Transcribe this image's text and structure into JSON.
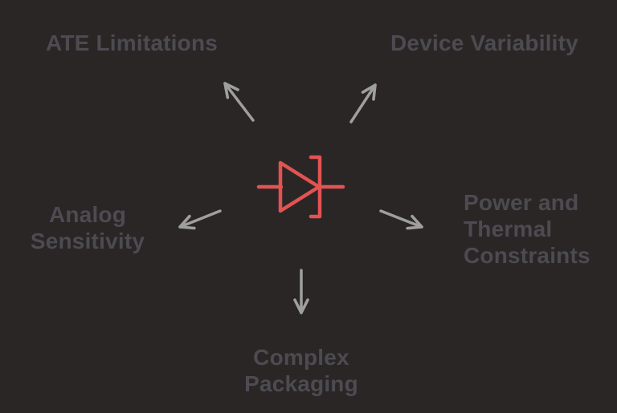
{
  "colors": {
    "background": "#2a2626",
    "label_text": "#4c4b51",
    "arrow": "#9f9f9f",
    "accent_red": "#e25352"
  },
  "diagram": {
    "center_icon": "diode-symbol",
    "nodes": [
      {
        "id": "ate-limitations",
        "label": "ATE Limitations",
        "position": "top-left"
      },
      {
        "id": "device-variability",
        "label": "Device Variability",
        "position": "top-right"
      },
      {
        "id": "analog-sensitivity",
        "label": "Analog Sensitivity",
        "position": "left"
      },
      {
        "id": "power-thermal-constraints",
        "label": "Power and Thermal Constraints",
        "position": "right"
      },
      {
        "id": "complex-packaging",
        "label": "Complex Packaging",
        "position": "bottom"
      }
    ]
  }
}
